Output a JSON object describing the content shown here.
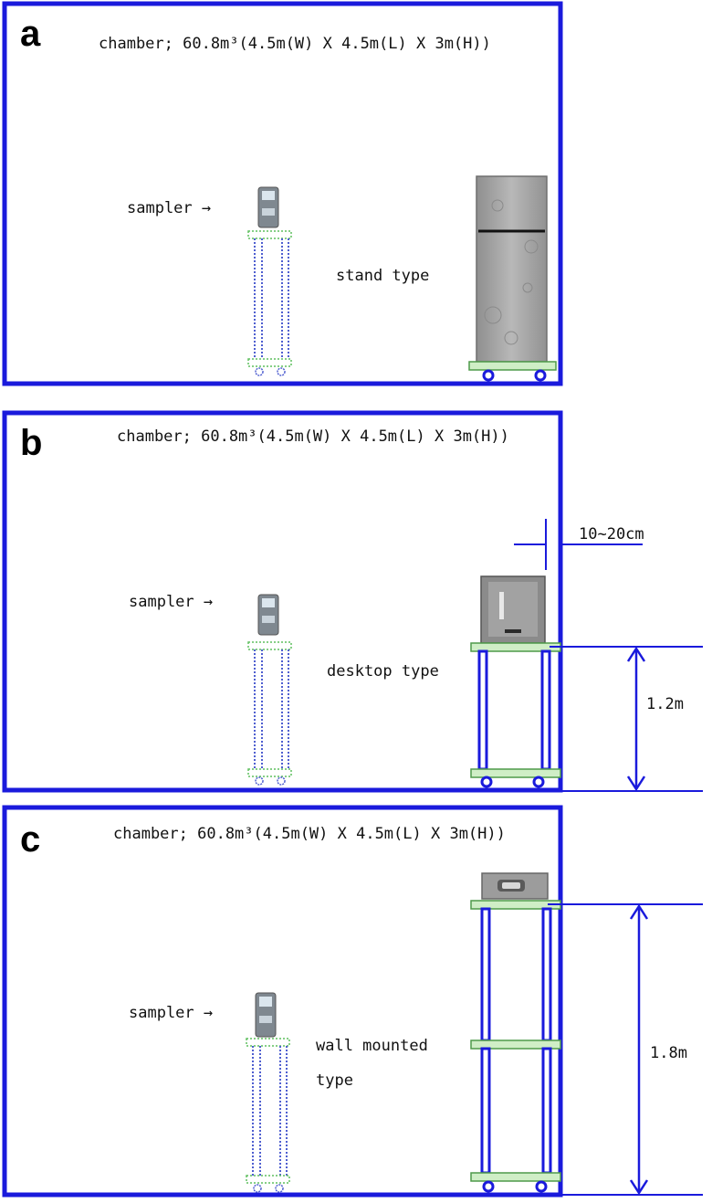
{
  "colors": {
    "chamber_border": "#1a1adc",
    "shelf_fill": "#cfeec6",
    "shelf_stroke": "#4f9a4a",
    "leg": "#1a1adc",
    "appliance_gray": "#a9a9a9"
  },
  "panels": [
    {
      "label": "a",
      "chamber": "chamber; 60.8m³(4.5m(W) X 4.5m(L) X 3m(H))",
      "sampler": "sampler →",
      "type_line1": "stand type",
      "type_line2": ""
    },
    {
      "label": "b",
      "chamber": "chamber; 60.8m³(4.5m(W) X 4.5m(L) X 3m(H))",
      "sampler": "sampler →",
      "type_line1": "desktop type",
      "type_line2": "",
      "gap": "10~20cm",
      "height": "1.2m"
    },
    {
      "label": "c",
      "chamber": "chamber; 60.8m³(4.5m(W) X 4.5m(L) X 3m(H))",
      "sampler": "sampler →",
      "type_line1": "wall mounted",
      "type_line2": "type",
      "height": "1.8m"
    }
  ]
}
